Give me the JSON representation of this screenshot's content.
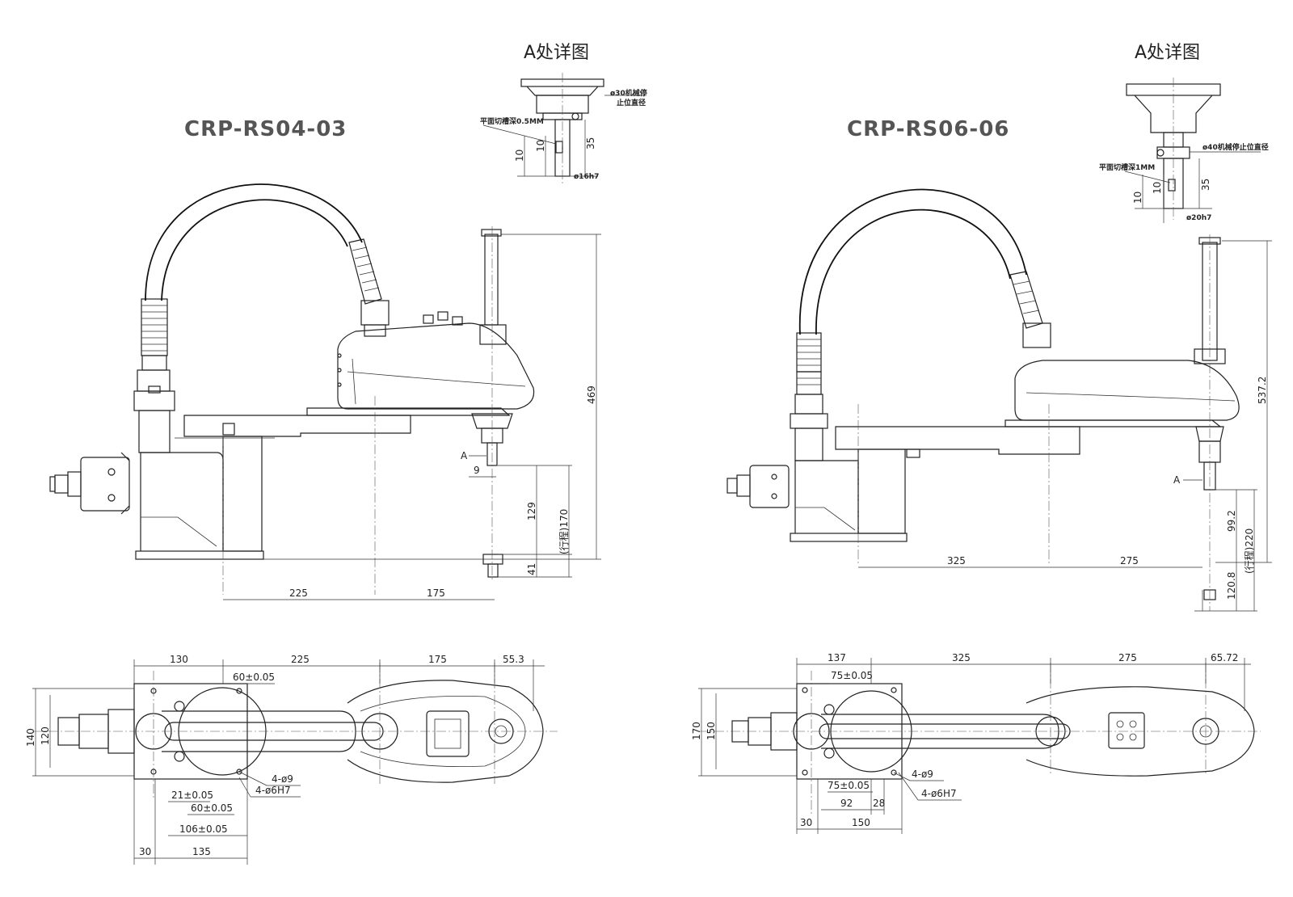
{
  "left": {
    "model": "CRP-RS04-03",
    "detail_title": "A处详图",
    "detail_notes": {
      "stop_diameter_1": "ø30机械停",
      "stop_diameter_2": "止位直径",
      "groove": "平面切槽深0.5MM",
      "shaft": "ø16h7"
    },
    "detail_dims": {
      "d10a": "10",
      "d10b": "10",
      "d35": "35"
    },
    "side_dims": {
      "height_total": "469",
      "d9": "9",
      "d129": "129",
      "stroke": "(行程)170",
      "d41": "41",
      "d225": "225",
      "d175": "175",
      "a_marker": "A"
    },
    "top_dims": {
      "d130": "130",
      "d225": "225",
      "d175": "175",
      "d553": "55.3",
      "d60": "60±0.05",
      "d140": "140",
      "d120": "120",
      "hole9": "4-ø9",
      "hole6": "4-ø6H7",
      "d21": "21±0.05",
      "d60b": "60±0.05",
      "d106": "106±0.05",
      "d30": "30",
      "d135": "135"
    }
  },
  "right": {
    "model": "CRP-RS06-06",
    "detail_title": "A处详图",
    "detail_notes": {
      "stop_diameter": "ø40机械停止位直径",
      "groove": "平面切槽深1MM",
      "shaft": "ø20h7"
    },
    "detail_dims": {
      "d10a": "10",
      "d10b": "10",
      "d35": "35"
    },
    "side_dims": {
      "height_total": "537.2",
      "d325": "325",
      "d275": "275",
      "d992": "99.2",
      "stroke": "(行程)220",
      "d1208": "120.8",
      "a_marker": "A"
    },
    "top_dims": {
      "d137": "137",
      "d325": "325",
      "d275": "275",
      "d6572": "65.72",
      "d75": "75±0.05",
      "d170": "170",
      "d150": "150",
      "hole9": "4-ø9",
      "hole6": "4-ø6H7",
      "d75b": "75±0.05",
      "d92": "92",
      "d28": "28",
      "d30": "30",
      "d150b": "150"
    }
  }
}
